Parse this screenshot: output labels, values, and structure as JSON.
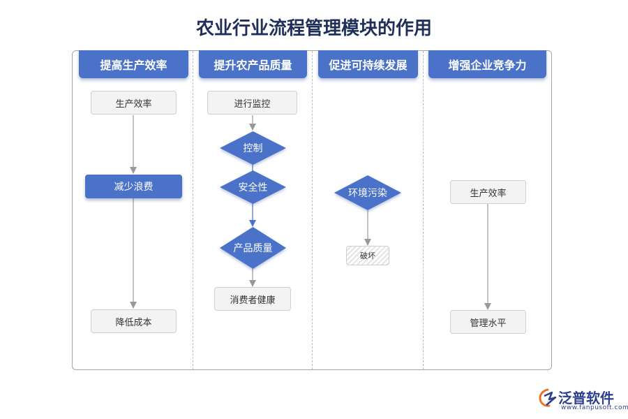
{
  "title": "农业行业流程管理模块的作用",
  "colors": {
    "accent": "#4a72c8",
    "title": "#1f2f5a",
    "node_fill": "#f3f3f3",
    "arrow": "#999999"
  },
  "lanes": [
    {
      "header": "提高生产效率",
      "nodes": {
        "n1": "生产效率",
        "n2": "减少浪费",
        "n3": "降低成本"
      }
    },
    {
      "header": "提升农产品质量",
      "nodes": {
        "n1": "进行监控",
        "d1": "控制",
        "d2": "安全性",
        "d3": "产品质量",
        "n2": "消费者健康"
      }
    },
    {
      "header": "促进可持续发展",
      "nodes": {
        "d1": "环境污染",
        "n1": "破坏"
      }
    },
    {
      "header": "增强企业竞争力",
      "nodes": {
        "n1": "生产效率",
        "n2": "管理水平"
      }
    }
  ],
  "logo": {
    "name": "泛普软件",
    "url": "www.fanpusoft.com"
  }
}
